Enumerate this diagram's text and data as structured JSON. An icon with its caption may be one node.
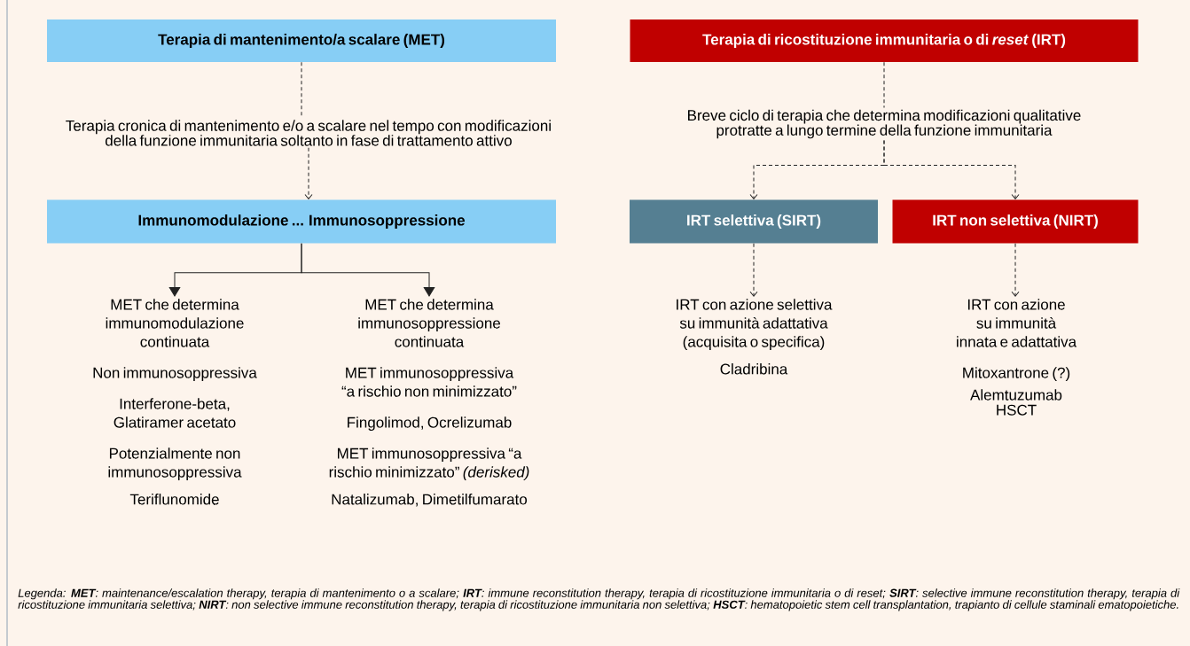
{
  "diagram": {
    "nodes": [
      {
        "text": [
          "Terapia di mantenimento/a scalare (MET)"
        ]
      },
      {
        "text": [
          "Terapia cronica di mantenimento e/o a scalare nel tempo con modificazioni della funzione immunitaria soltanto in fase di trattamento attivo"
        ]
      },
      {
        "text": [
          "Immunomodulazione ... Immunosoppressione"
        ]
      },
      {
        "text": [
          "MET che determina immunomodulazione continuata",
          "Non immunosoppressiva",
          "Interferone-beta, Glatiramer acetato",
          "Potenzialmente non immunosoppressiva",
          "Teriflunomide"
        ]
      },
      {
        "text": [
          "MET che determina immunosoppressione continuata",
          "MET immunosoppressiva “a rischio non minimizzato”",
          "Fingolimod, Ocrelizumab",
          "MET immunosoppressiva “a rischio minimizzato” *(derisked)*",
          "Natalizumab, Dimetilfumarato"
        ]
      },
      {
        "text": [
          "Terapia di ricostituzione immunitaria o di *reset* (IRT)"
        ]
      },
      {
        "text": [
          "Breve ciclo di terapia che determina modificazioni qualitative protratte a lungo termine della funzione immunitaria"
        ]
      },
      {
        "text": [
          "IRT selettiva (SIRT)"
        ]
      },
      {
        "text": [
          "IRT non selettiva (NIRT)"
        ]
      },
      {
        "text": [
          "IRT con azione selettiva su immunità adattativa (acquisita o specifica)",
          "Cladribina"
        ]
      },
      {
        "text": [
          "IRT con azione su immunità innata e adattativa",
          "Mitoxantrone (?)",
          "Alemtuzumab",
          "HSCT"
        ]
      }
    ],
    "edges": [
      {
        "from": 0,
        "to": 1,
        "arrow": "none",
        "style": "dashed"
      },
      {
        "from": 1,
        "to": 2,
        "arrow": "to",
        "style": "dashed"
      },
      {
        "from": 2,
        "to": 3,
        "arrow": "to"
      },
      {
        "from": 2,
        "to": 4,
        "arrow": "to"
      },
      {
        "from": 5,
        "to": 6,
        "arrow": "none",
        "style": "dashed"
      },
      {
        "from": 6,
        "to": 7,
        "arrow": "to",
        "style": "dashed"
      },
      {
        "from": 6,
        "to": 8,
        "arrow": "to",
        "style": "dashed"
      },
      {
        "from": 7,
        "to": 9,
        "arrow": "to",
        "style": "dashed"
      },
      {
        "from": 8,
        "to": 10,
        "arrow": "to",
        "style": "dashed"
      }
    ],
    "labels": [
      "Legenda: **MET**: maintenance/escalation therapy, terapia di mantenimento o a scalare; **IRT**: immune reconstitution therapy, terapia di ricostituzione immunitaria o di reset; **SIRT**: selective immune reconstitution therapy, terapia di ricostituzione immunitaria selettiva; **NIRT**: non selective immune reconstitution therapy, terapia di ricostituzione immunitaria non selettiva; **HSCT**: hematopoietic stem cell transplantation, trapianto di cellule staminali ematopoietiche."
    ]
  }
}
